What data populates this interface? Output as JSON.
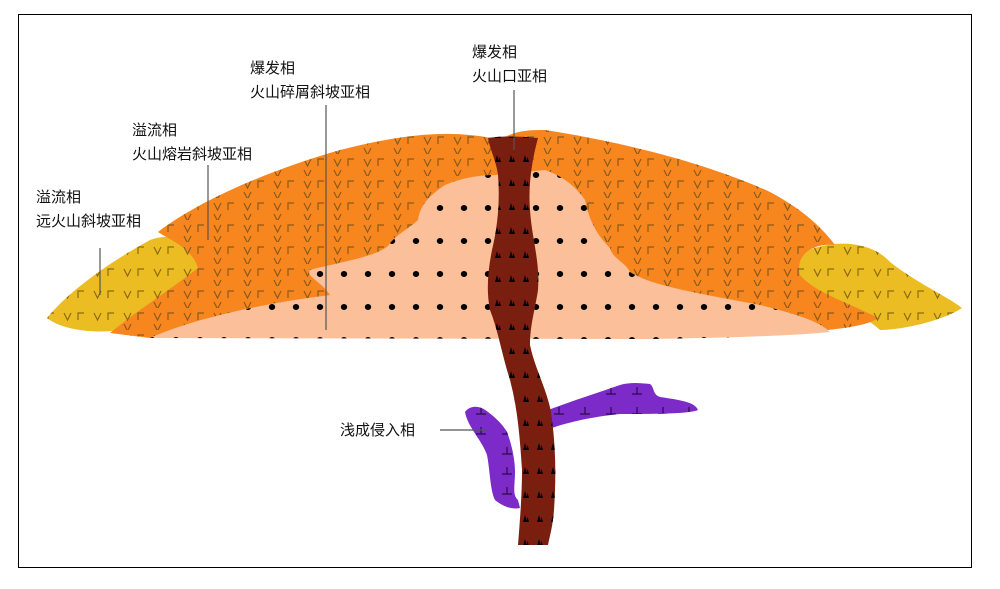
{
  "labels": {
    "distal": {
      "line1": "溢流相",
      "line2": "远火山斜坡亚相"
    },
    "lava": {
      "line1": "溢流相",
      "line2": "火山熔岩斜坡亚相"
    },
    "clastic": {
      "line1": "爆发相",
      "line2": "火山碎屑斜坡亚相"
    },
    "crater": {
      "line1": "爆发相",
      "line2": "火山口亚相"
    },
    "intrusive": {
      "line1": "浅成侵入相"
    }
  },
  "colors": {
    "distal_yellow": "#ecbd22",
    "lava_orange": "#f7861f",
    "clastic_peach": "#fbbf99",
    "conduit_brown": "#7a1f10",
    "intrusion_purple": "#7c2bc9",
    "lava_symbol": "#8b5a1a",
    "dot": "#000000"
  },
  "symbols": {
    "lava_glyph": "V  Γ",
    "intrusion_glyph": "┴",
    "conduit_glyph": "▲"
  }
}
